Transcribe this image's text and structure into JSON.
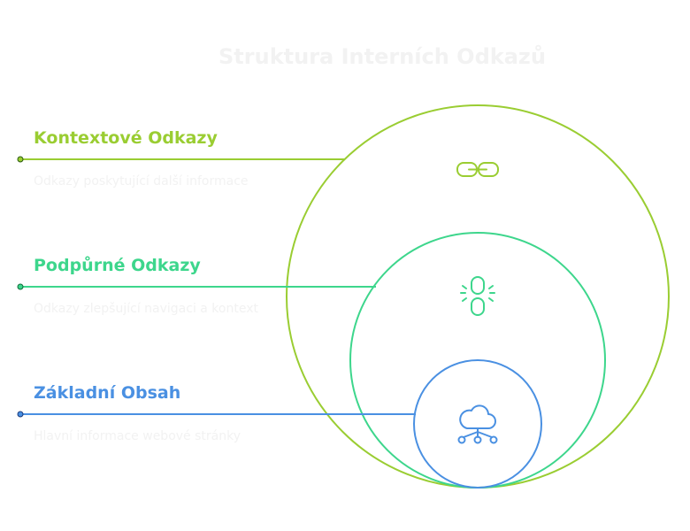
{
  "title": "Struktura Interních Odkazů",
  "colors": {
    "outer": "#9acd32",
    "middle": "#3dd68c",
    "inner": "#4a90e2",
    "description_text": "#f2f2f2"
  },
  "layers": [
    {
      "label": "Kontextové Odkazy",
      "description": "Odkazy poskytující další informace",
      "icon": "link-icon"
    },
    {
      "label": "Podpůrné Odkazy",
      "description": "Odkazy zlepšující navigaci a kontext",
      "icon": "broken-link-icon"
    },
    {
      "label": "Základní Obsah",
      "description": "Hlavní informace webové stránky",
      "icon": "cloud-network-icon"
    }
  ]
}
